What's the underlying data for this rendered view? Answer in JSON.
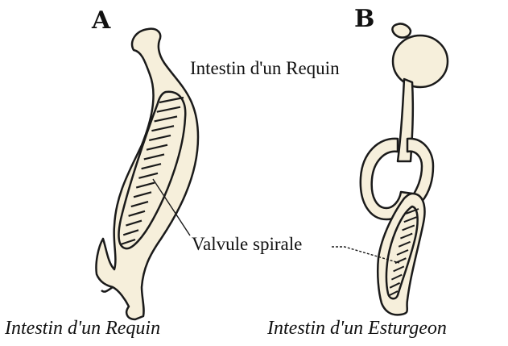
{
  "figure": {
    "panel_a_letter": "A",
    "panel_b_letter": "B",
    "label_top": "Intestin d'un Requin",
    "label_valve": "Valvule spirale",
    "caption_a": "Intestin d'un Requin",
    "caption_b": "Intestin d'un Esturgeon"
  },
  "colors": {
    "organ_fill": "#f6efdb",
    "outline": "#1a1a1a",
    "background": "#ffffff"
  }
}
